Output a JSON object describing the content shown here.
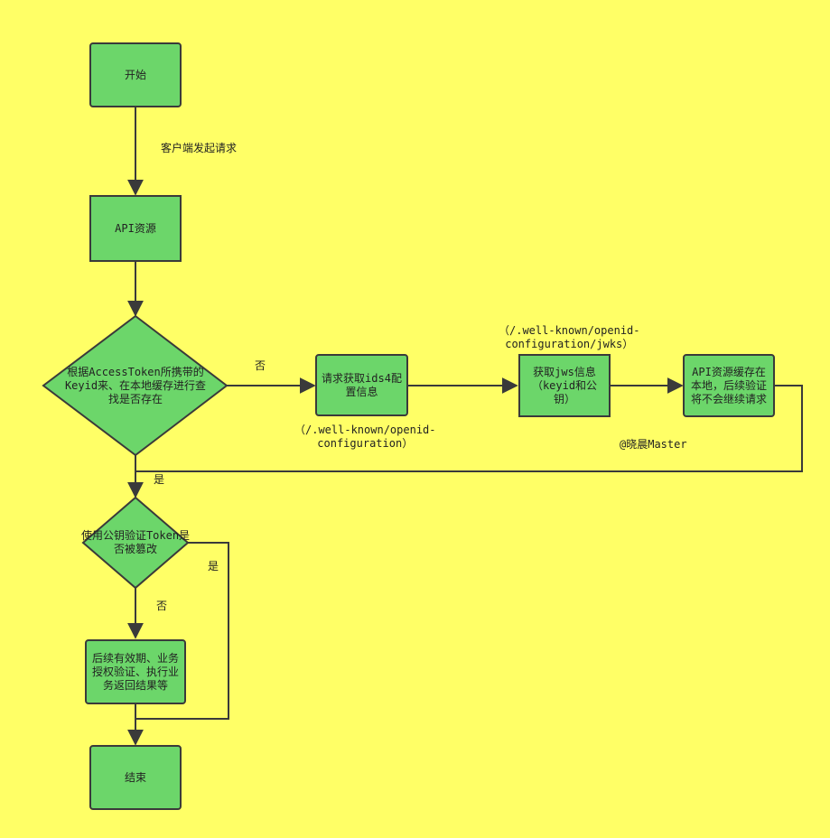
{
  "nodes": {
    "start": "开始",
    "api": "API资源",
    "check_cache": "根据AccessToken所携带的Keyid来、在本地缓存进行查找是否存在",
    "fetch_ids4": "请求获取ids4配置信息",
    "fetch_jws": "获取jws信息（keyid和公钥）",
    "cache_local": "API资源缓存在本地，后续验证将不会继续请求",
    "verify": "使用公钥验证Token是否被篡改",
    "followup": "后续有效期、业务授权验证、执行业务返回结果等",
    "end": "结束"
  },
  "labels": {
    "client_request": "客户端发起请求",
    "no_1": "否",
    "yes_1": "是",
    "yes_2": "是",
    "no_2": "否",
    "openid_config": "（/.well-known/openid-\nconfiguration）",
    "openid_jwks": "（/.well-known/openid-\nconfiguration/jwks）",
    "watermark": "@晓晨Master"
  },
  "colors": {
    "background": "#ffff66",
    "node_fill": "#6cd66a",
    "stroke": "#3a3a3a"
  }
}
